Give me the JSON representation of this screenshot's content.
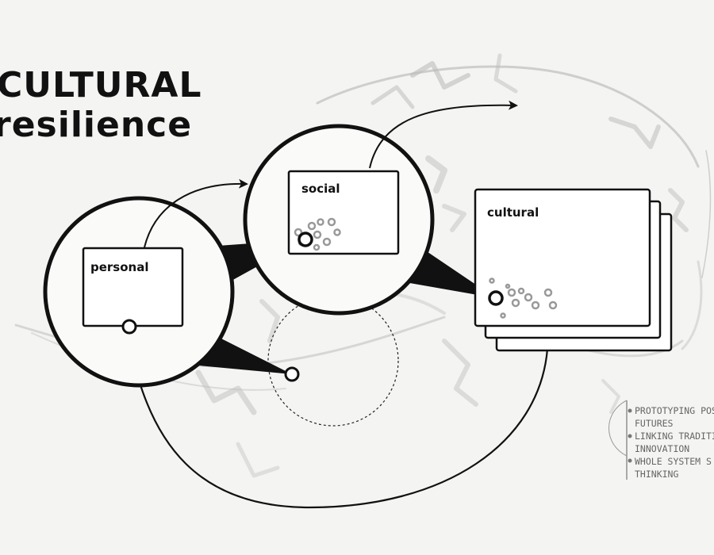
{
  "title": {
    "line1": "CULTURAL",
    "line2": "resilience"
  },
  "boxes": {
    "personal": "personal",
    "social": "social",
    "cultural": "cultural"
  },
  "notes": [
    "PROTOTYPING POSS",
    "FUTURES",
    "LINKING TRADITI",
    "INNOVATION",
    "WHOLE SYSTEM S",
    "THINKING"
  ],
  "colors": {
    "ink": "#111111",
    "sketch": "#bdbdbd",
    "paper": "#f4f4f2"
  }
}
